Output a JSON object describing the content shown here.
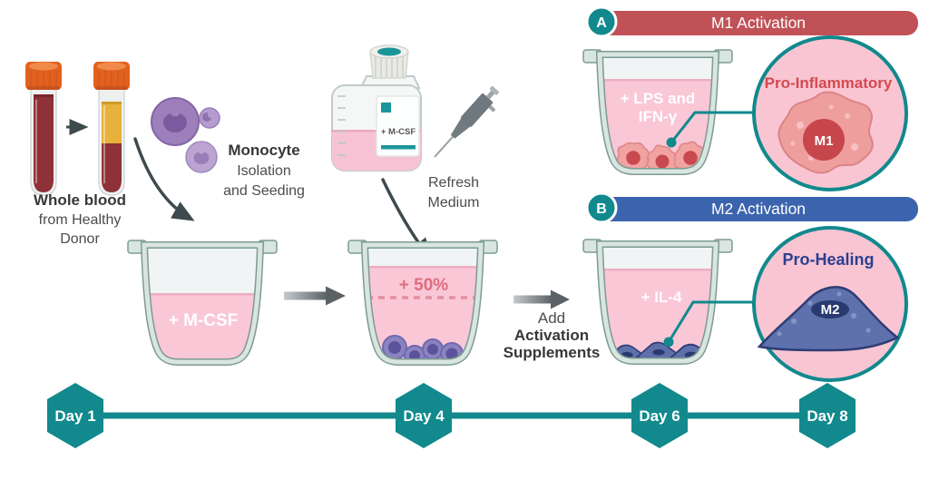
{
  "colors": {
    "teal": "#11898d",
    "m1_banner_red": "#c05257",
    "m2_banner_blue": "#3c64ae",
    "liquid_pink": "#fac7d7",
    "pro_inflammatory_text": "#d4494f",
    "pro_healing_text": "#2c3f8f",
    "blood_red": "#8e3138",
    "plasma_yellow": "#e7b23b",
    "cap_orange": "#e2611f",
    "monocyte_purple": "#9d7fbc"
  },
  "donor": {
    "line1": "Whole blood",
    "line2": "from Healthy",
    "line3": "Donor"
  },
  "monocyte": {
    "line1": "Monocyte",
    "line2": "Isolation",
    "line3": "and Seeding"
  },
  "bottle": {
    "label": "+ M-CSF"
  },
  "refresh": {
    "line1": "Refresh",
    "line2": "Medium"
  },
  "beaker_day1": {
    "label": "+ M-CSF"
  },
  "beaker_day4": {
    "label": "+ 50%"
  },
  "supplements": {
    "line1": "Add",
    "line2": "Activation",
    "line3": "Supplements"
  },
  "m1": {
    "badge": "A",
    "banner": "M1 Activation",
    "beaker_line1": "+ LPS and",
    "beaker_line2": "IFN-γ",
    "circle_title": "Pro-Inflammatory",
    "cell_label": "M1"
  },
  "m2": {
    "badge": "B",
    "banner": "M2 Activation",
    "beaker_label": "+ IL-4",
    "circle_title": "Pro-Healing",
    "cell_label": "M2"
  },
  "timeline": {
    "days": [
      "Day 1",
      "Day 4",
      "Day 6",
      "Day 8"
    ]
  }
}
